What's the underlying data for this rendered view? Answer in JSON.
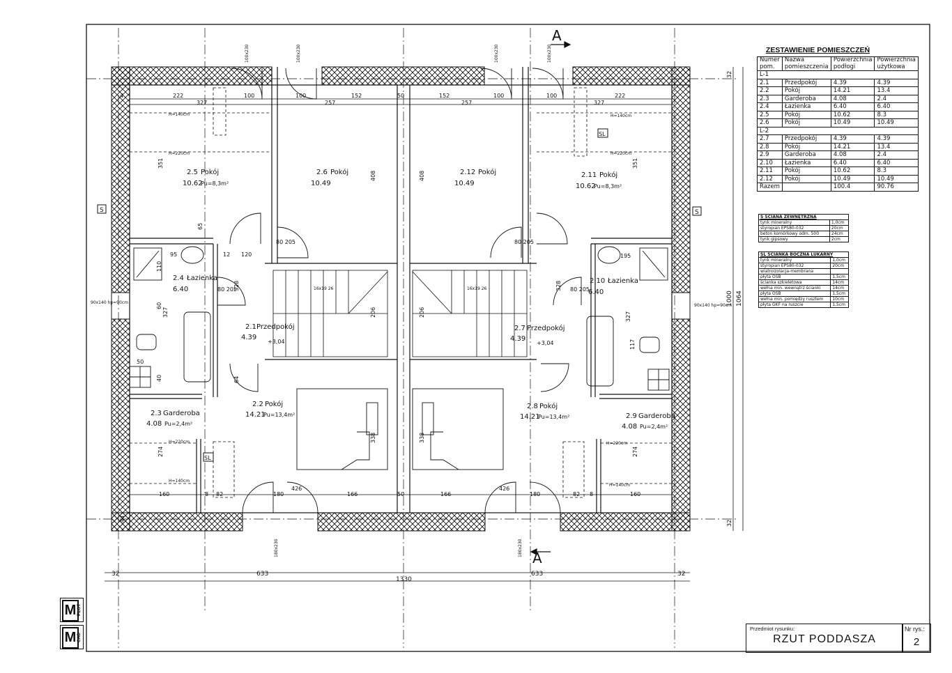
{
  "section_label": "A",
  "wall_markers": {
    "ext": "S",
    "side": "SL"
  },
  "rooms": [
    {
      "id": "r25",
      "num": "2.5",
      "name": "Pokój",
      "area": "10.62",
      "usable": "Pu=8,3m²"
    },
    {
      "id": "r26",
      "num": "2.6",
      "name": "Pokój",
      "area": "10.49",
      "usable": ""
    },
    {
      "id": "r212",
      "num": "2.12",
      "name": "Pokój",
      "area": "10.49",
      "usable": ""
    },
    {
      "id": "r211",
      "num": "2.11",
      "name": "Pokój",
      "area": "10.62",
      "usable": "Pu=8,3m²"
    },
    {
      "id": "r24",
      "num": "2.4",
      "name": "Łazienka",
      "area": "6.40",
      "usable": ""
    },
    {
      "id": "r210",
      "num": "2.10",
      "name": "Łazienka",
      "area": "6.40",
      "usable": ""
    },
    {
      "id": "r21",
      "num": "2.1",
      "name": "Przedpokój",
      "area": "4.39",
      "usable": ""
    },
    {
      "id": "r27",
      "num": "2.7",
      "name": "Przedpokój",
      "area": "4.39",
      "usable": ""
    },
    {
      "id": "r22",
      "num": "2.2",
      "name": "Pokój",
      "area": "14.21",
      "usable": "Pu=13,4m²"
    },
    {
      "id": "r28",
      "num": "2.8",
      "name": "Pokój",
      "area": "14.21",
      "usable": "Pu=13,4m²"
    },
    {
      "id": "r23",
      "num": "2.3",
      "name": "Garderoba",
      "area": "4.08",
      "usable": "Pu=2,4m²"
    },
    {
      "id": "r29",
      "num": "2.9",
      "name": "Garderoba",
      "area": "4.08",
      "usable": "Pu=2,4m²"
    }
  ],
  "levels": {
    "floor": "+3,04"
  },
  "window_notes": {
    "left": "90x140 hp=90cm",
    "right": "90x140 hp=90cm",
    "top": "100x230",
    "bottom": "180x230"
  },
  "height_notes": {
    "h140": "H=140cm",
    "h220": "H=220cm"
  },
  "stair_note": "16x19 26",
  "door_note": "80 205",
  "dims": {
    "total": "1330",
    "half": "633",
    "edge": "32",
    "height1": "1000",
    "height2": "1064",
    "top_left": [
      "222",
      "327",
      "100",
      "100",
      "257",
      "152",
      "50",
      "152",
      "257",
      "100",
      "100",
      "327",
      "222"
    ],
    "room_heights": [
      "351",
      "408",
      "408",
      "351",
      "328",
      "328",
      "327",
      "327",
      "206",
      "206",
      "274",
      "274"
    ],
    "bottom": [
      "160",
      "8",
      "82",
      "180",
      "426",
      "166",
      "50",
      "166",
      "426",
      "180",
      "82",
      "8",
      "160"
    ],
    "misc": [
      "95",
      "120",
      "12",
      "65",
      "110",
      "60",
      "50",
      "40",
      "117",
      "64",
      "195",
      "338",
      "44",
      "4"
    ]
  },
  "room_schedule": {
    "title": "ZESTAWIENIE POMIESZCZEŃ",
    "headers": [
      "Numer pom.",
      "Nazwa pomieszczenia",
      "Powierzchnia podłogi",
      "Powierzchnia użytkowa"
    ],
    "groups": [
      {
        "label": "L-1",
        "rows": [
          [
            "2.1",
            "Przedpokój",
            "4.39",
            "4.39"
          ],
          [
            "2.2",
            "Pokój",
            "14.21",
            "13.4"
          ],
          [
            "2.3",
            "Garderoba",
            "4.08",
            "2.4"
          ],
          [
            "2.4",
            "Łazienka",
            "6.40",
            "6.40"
          ],
          [
            "2.5",
            "Pokój",
            "10.62",
            "8.3"
          ],
          [
            "2.6",
            "Pokój",
            "10.49",
            "10.49"
          ]
        ]
      },
      {
        "label": "L-2",
        "rows": [
          [
            "2.7",
            "Przedpokój",
            "4.39",
            "4.39"
          ],
          [
            "2.8",
            "Pokój",
            "14.21",
            "13.4"
          ],
          [
            "2.9",
            "Garderoba",
            "4.08",
            "2.4"
          ],
          [
            "2.10",
            "Łazienka",
            "6.40",
            "6.40"
          ],
          [
            "2.11",
            "Pokój",
            "10.62",
            "8.3"
          ],
          [
            "2.12",
            "Pokój",
            "10.49",
            "10.49"
          ]
        ]
      }
    ],
    "total": [
      "Razem",
      "",
      "100.4",
      "90.76"
    ]
  },
  "wall_ext": {
    "code": "S",
    "title": "ŚCIANA ZEWNĘTRZNA",
    "layers": [
      [
        "tynk mineralny",
        "1,0cm"
      ],
      [
        "styropian EPS80-032",
        "20cm"
      ],
      [
        "beton komórkowy odm. 500",
        "24cm"
      ],
      [
        "tynk gipsowy",
        "2cm"
      ]
    ]
  },
  "wall_side": {
    "code": "SL",
    "title": "ŚCIANKA BOCZNA LUKARNY",
    "layers": [
      [
        "tynk mineralny",
        "1,0cm"
      ],
      [
        "styropian EPS80-032",
        "20cm"
      ],
      [
        "wiatroizolacja-membrana",
        ""
      ],
      [
        "płyta OSB",
        "1,5cm"
      ],
      [
        "ścianka szkieletowa",
        "14cm"
      ],
      [
        "wełna min. wewnątrz ścianki",
        "14cm"
      ],
      [
        "płyta OSB",
        "1,5cm"
      ],
      [
        "wełna min. pomiędzy rusztem",
        "10cm"
      ],
      [
        "płyta GKF na ruszcie",
        "1,5cm"
      ]
    ]
  },
  "title_block": {
    "subject_label": "Przedmiot rysunku:",
    "subject": "RZUT PODDASZA",
    "nr_label": "Nr rys.:",
    "nr": "2"
  },
  "logo": {
    "letter": "M",
    "word_a": "PLOT",
    "word_b": "CAD"
  }
}
